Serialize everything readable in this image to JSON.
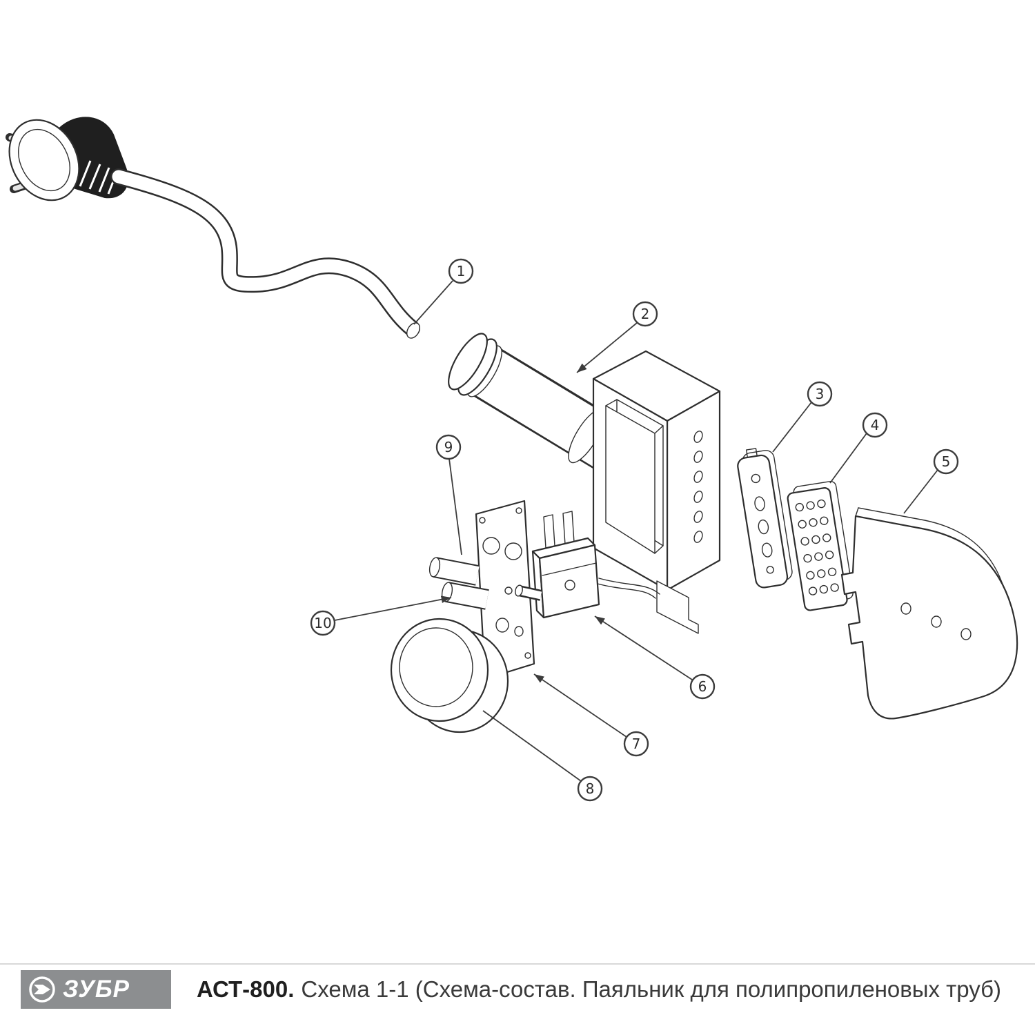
{
  "callouts": [
    {
      "label": "1"
    },
    {
      "label": "2"
    },
    {
      "label": "3"
    },
    {
      "label": "4"
    },
    {
      "label": "5"
    },
    {
      "label": "6"
    },
    {
      "label": "7"
    },
    {
      "label": "8"
    },
    {
      "label": "9"
    },
    {
      "label": "10"
    }
  ],
  "footer": {
    "brand": "ЗУБР",
    "model": "АСТ-800.",
    "title": "Схема 1-1 (Схема-состав. Паяльник для полипропиленовых труб)"
  }
}
